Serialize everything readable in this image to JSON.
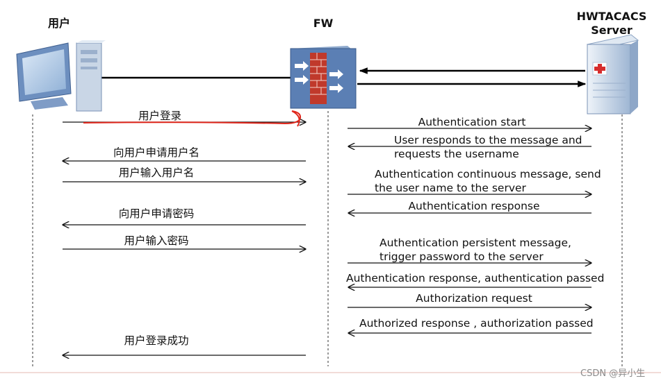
{
  "participants": {
    "user": "用户",
    "fw": "FW",
    "server_line1": "HWTACACS",
    "server_line2": "Server"
  },
  "left_messages": [
    {
      "text": "用户登录",
      "direction": "right"
    },
    {
      "text": "向用户申请用户名",
      "direction": "left"
    },
    {
      "text": "用户输入用户名",
      "direction": "right"
    },
    {
      "text": "向用户申请密码",
      "direction": "left"
    },
    {
      "text": "用户输入密码",
      "direction": "right"
    },
    {
      "text": "用户登录成功",
      "direction": "left"
    }
  ],
  "right_messages": [
    {
      "lines": [
        "Authentication start"
      ],
      "direction": "right"
    },
    {
      "lines": [
        "User responds to the message and",
        "requests the username"
      ],
      "direction": "left"
    },
    {
      "lines": [
        "Authentication continuous message, send",
        "the user name to the server"
      ],
      "direction": "right"
    },
    {
      "lines": [
        "Authentication response"
      ],
      "direction": "left"
    },
    {
      "lines": [
        "Authentication persistent message,",
        "trigger password to the server"
      ],
      "direction": "right"
    },
    {
      "lines": [
        "Authentication response, authentication passed"
      ],
      "direction": "left"
    },
    {
      "lines": [
        "Authorization request"
      ],
      "direction": "right"
    },
    {
      "lines": [
        "Authorized response , authorization passed"
      ],
      "direction": "left"
    }
  ],
  "watermark": "CSDN @异小生",
  "colors": {
    "annotation_red": "#e0261b",
    "line": "#111111",
    "device_blue": "#5b7fb4"
  },
  "icons": [
    "pc-icon",
    "firewall-icon",
    "server-icon"
  ]
}
